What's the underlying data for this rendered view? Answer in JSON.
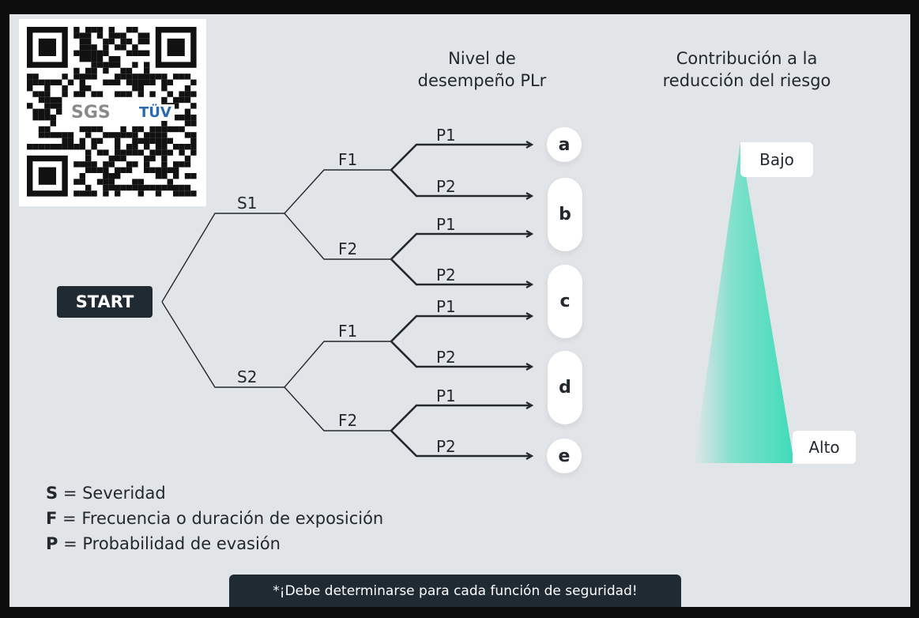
{
  "qr": {
    "logos": [
      "SGS",
      "TÜV"
    ]
  },
  "headings": {
    "performance": [
      "Nivel de",
      "desempeño PLr"
    ],
    "contribution": [
      "Contribución a la",
      "reducción del riesgo"
    ]
  },
  "tree": {
    "start": "START",
    "s1": "S1",
    "s2": "S2",
    "f": [
      "F1",
      "F2",
      "F1",
      "F2"
    ],
    "p": [
      "P1",
      "P2",
      "P1",
      "P2",
      "P1",
      "P2",
      "P1",
      "P2"
    ]
  },
  "levels": [
    "a",
    "b",
    "c",
    "d",
    "e"
  ],
  "risk": {
    "low": "Bajo",
    "high": "Alto",
    "color": "#3fdcb9"
  },
  "legend": [
    {
      "key": "S",
      "text": "= Severidad"
    },
    {
      "key": "F",
      "text": "= Frecuencia o duración de exposición"
    },
    {
      "key": "P",
      "text": "= Probabilidad de evasión"
    }
  ],
  "footnote": "*¡Debe determinarse para cada función de seguridad!"
}
